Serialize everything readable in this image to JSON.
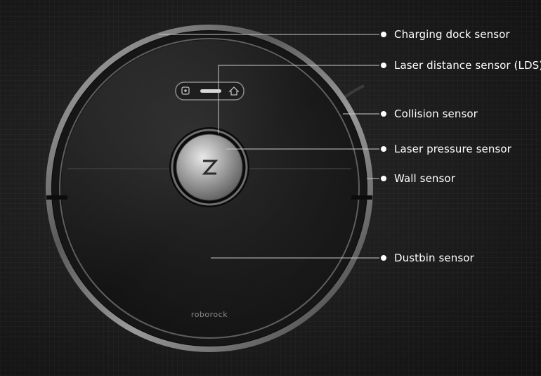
{
  "product": {
    "brand_logo_text": "roborock",
    "logo_icon": "z-logo-icon"
  },
  "callouts": [
    {
      "id": "charging-dock-sensor",
      "label": "Charging dock sensor"
    },
    {
      "id": "laser-distance-sensor",
      "label": "Laser distance sensor (LDS)"
    },
    {
      "id": "collision-sensor",
      "label": "Collision sensor"
    },
    {
      "id": "laser-pressure-sensor",
      "label": "Laser pressure sensor"
    },
    {
      "id": "wall-sensor",
      "label": "Wall sensor"
    },
    {
      "id": "dustbin-sensor",
      "label": "Dustbin sensor"
    }
  ],
  "colors": {
    "background": "#1c1c1c",
    "callout": "#ffffff",
    "body": "#141414",
    "rim": "#8a8a8a"
  }
}
